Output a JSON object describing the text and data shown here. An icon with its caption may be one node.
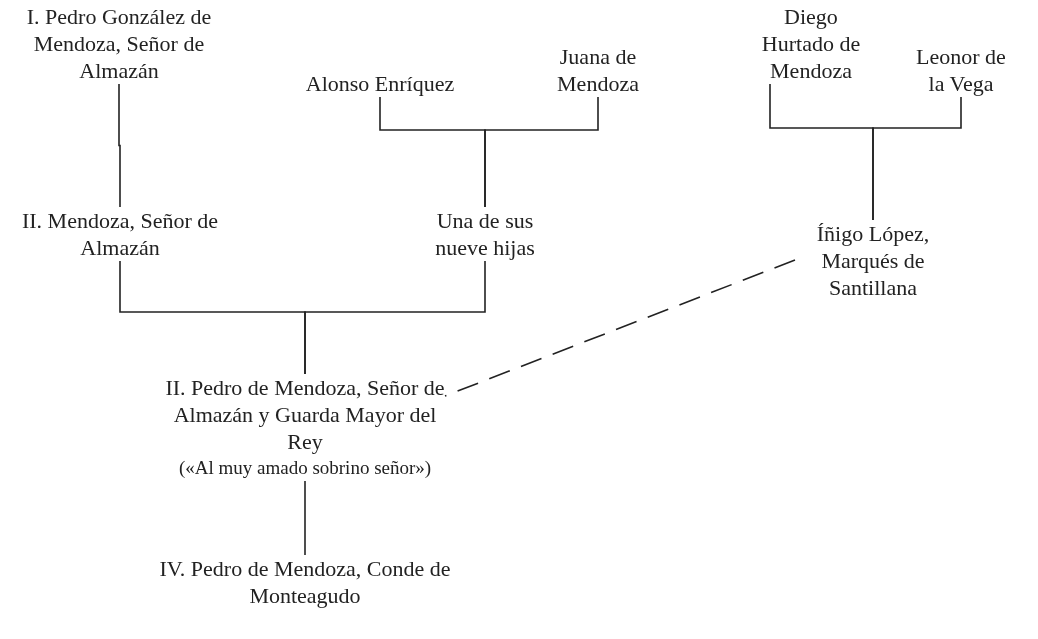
{
  "diagram": {
    "nodes": [
      {
        "text": [
          "I. Pedro González de Mendoza, Señor de Almazán"
        ]
      },
      {
        "text": [
          "Alonso Enríquez"
        ]
      },
      {
        "text": [
          "Juana de Mendoza"
        ]
      },
      {
        "text": [
          "Diego Hurtado de Mendoza"
        ]
      },
      {
        "text": [
          "Leonor de la Vega"
        ]
      },
      {
        "text": [
          "II. Mendoza, Señor de Almazán"
        ]
      },
      {
        "text": [
          "Una de sus nueve hijas"
        ]
      },
      {
        "text": [
          "Íñigo López, Marqués de Santillana"
        ]
      },
      {
        "text": [
          "II. Pedro de Mendoza, Señor de Almazán y Guarda Mayor del Rey"
        ],
        "beside": [
          "(«Al muy amado sobrino señor»)"
        ]
      },
      {
        "text": [
          "IV. Pedro de Mendoza, Conde de Monteagudo"
        ]
      }
    ],
    "edges": [
      {
        "from": 0,
        "to": 5,
        "arrow": "none"
      },
      {
        "from": 1,
        "to": 6,
        "arrow": "none"
      },
      {
        "from": 2,
        "to": 6,
        "arrow": "none"
      },
      {
        "from": 3,
        "to": 7,
        "arrow": "none"
      },
      {
        "from": 4,
        "to": 7,
        "arrow": "none"
      },
      {
        "from": 5,
        "to": 8,
        "arrow": "none"
      },
      {
        "from": 6,
        "to": 8,
        "arrow": "none"
      },
      {
        "from": 7,
        "to": 8,
        "arrow": "none",
        "style": "dashed"
      },
      {
        "from": 8,
        "to": 9,
        "arrow": "none"
      }
    ]
  }
}
